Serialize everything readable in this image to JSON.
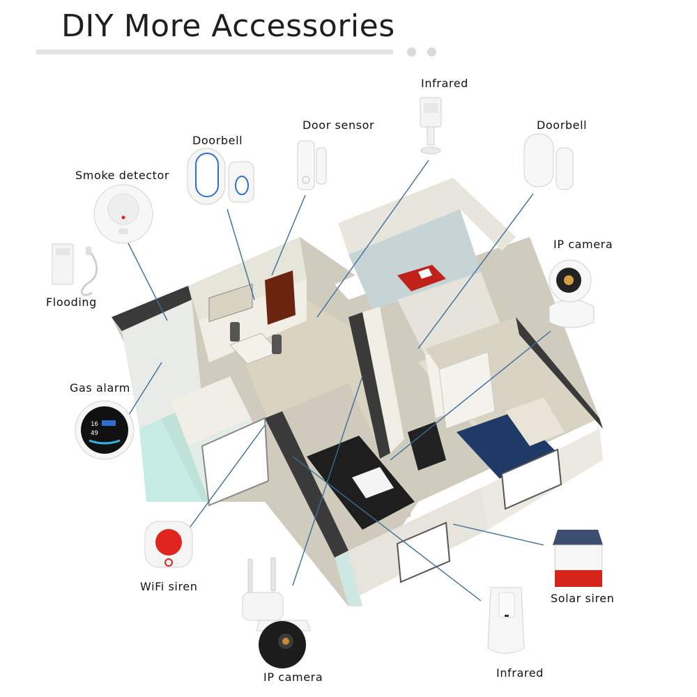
{
  "header": {
    "title": "DIY More Accessories"
  },
  "accessories": {
    "infrared_top": "Infrared",
    "door_sensor": "Door sensor",
    "doorbell_left": "Doorbell",
    "doorbell_right": "Doorbell",
    "smoke_detector": "Smoke detector",
    "ip_camera_right": "IP camera",
    "flooding": "Flooding",
    "gas_alarm": "Gas alarm",
    "wifi_siren": "WiFi siren",
    "solar_siren": "Solar siren",
    "ip_camera_bottom": "IP camera",
    "infrared_bottom": "Infrared"
  },
  "gas_alarm_display": {
    "line1": "16",
    "line2": "49"
  },
  "colors": {
    "line": "#3a6e9a",
    "wall": "#f2f2ef",
    "floor": "#d8d5c9",
    "siren_red": "#e0251f",
    "doorbell_blue": "#2c6fd2"
  }
}
